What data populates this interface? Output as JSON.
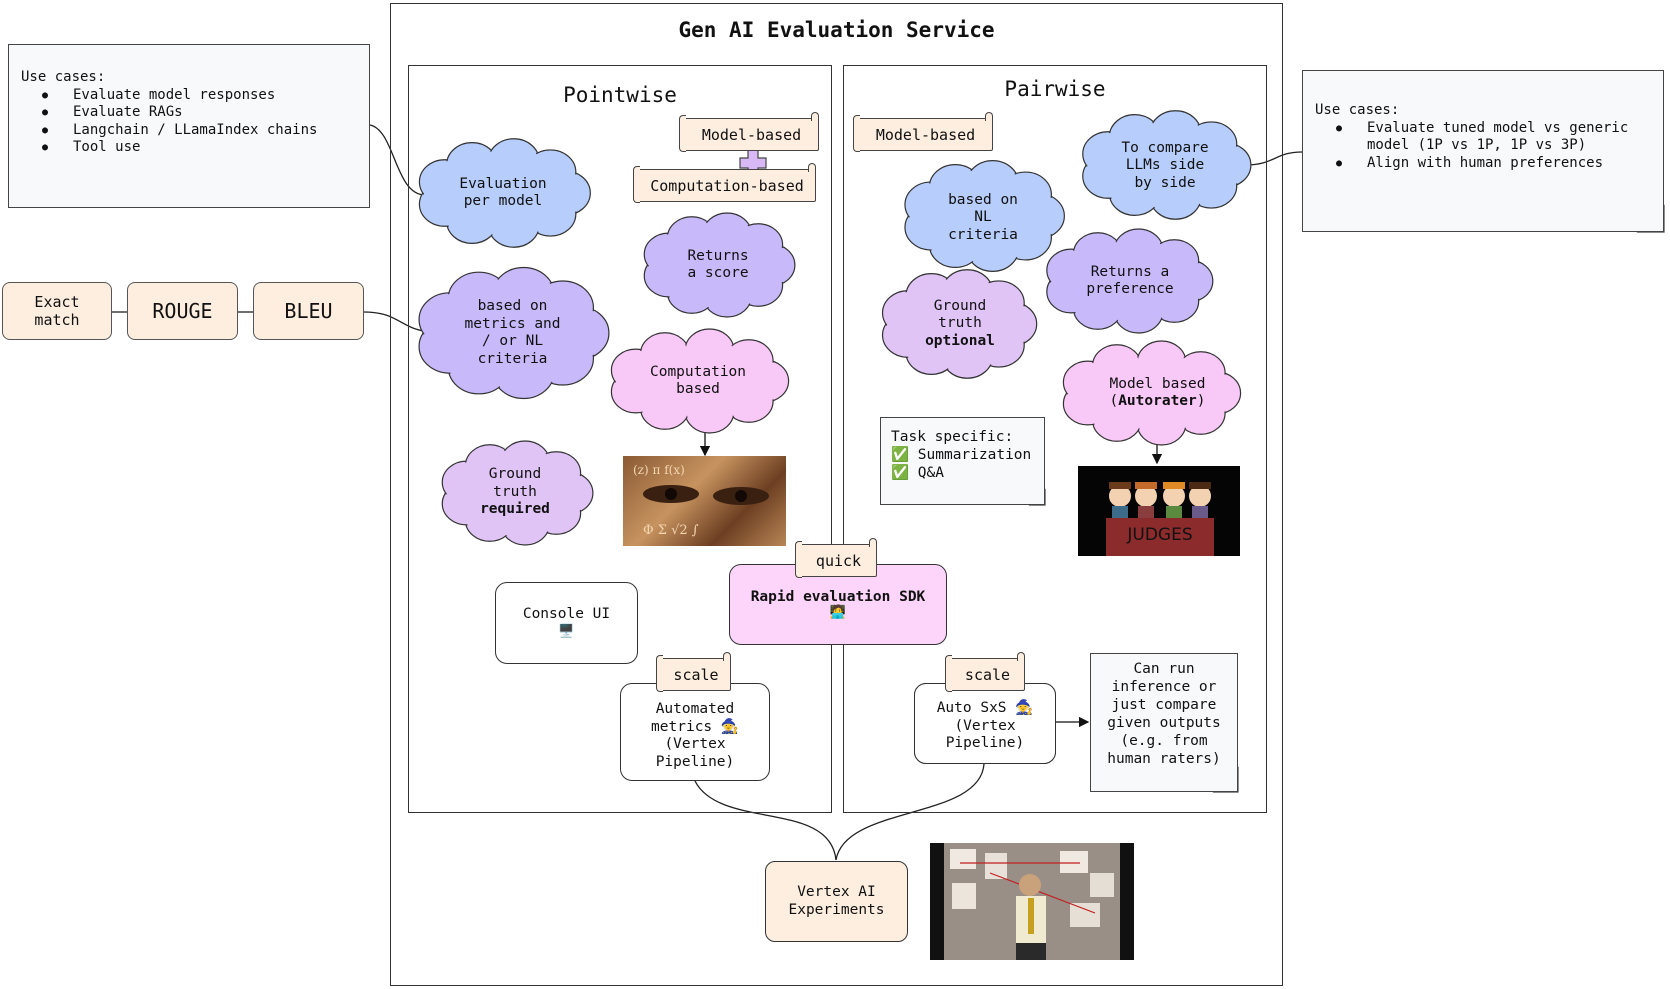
{
  "title": "Gen AI Evaluation Service",
  "pointwise": {
    "title": "Pointwise",
    "tag_model_based": "Model-based",
    "tag_computation_based": "Computation-based",
    "cloud_evaluation": "Evaluation\nper model",
    "cloud_metrics": "based on\nmetrics and\n/ or NL\ncriteria",
    "cloud_returns_score": "Returns\na score",
    "cloud_computation": "Computation\nbased",
    "cloud_ground_truth_line": "Ground\ntruth",
    "cloud_ground_truth_bold": "required"
  },
  "pairwise": {
    "title": "Pairwise",
    "tag_model_based": "Model-based",
    "cloud_compare": "To compare\nLLMs side\nby side",
    "cloud_nl": "based on\nNL\ncriteria",
    "cloud_preference": "Returns a\npreference",
    "cloud_ground_truth_line": "Ground\ntruth",
    "cloud_ground_truth_bold": "optional",
    "cloud_model_based_line": "Model based",
    "cloud_model_based_bold": "Autorater",
    "task_specific": {
      "heading": "Task specific:",
      "items": [
        "✅ Summarization",
        "✅ Q&A"
      ]
    }
  },
  "left_note": {
    "heading": "Use cases:",
    "items": [
      "Evaluate model responses",
      "Evaluate RAGs",
      "Langchain / LLamaIndex chains",
      "Tool use"
    ]
  },
  "right_note": {
    "heading": "Use cases:",
    "items": [
      "Evaluate tuned model vs generic model (1P vs 1P, 1P vs 3P)",
      "Align with human preferences"
    ]
  },
  "metrics": {
    "exact_match": "Exact\nmatch",
    "rouge": "ROUGE",
    "bleu": "BLEU"
  },
  "judges_sign": "JUDGES",
  "rapid": {
    "tag": "quick",
    "label": "Rapid evaluation SDK",
    "icon": "🧑‍💻"
  },
  "console_ui": {
    "label": "Console UI",
    "icon": "🖥️"
  },
  "automated": {
    "tag": "scale",
    "label": "Automated\nmetrics 🧙\n(Vertex\nPipeline)"
  },
  "autosxs": {
    "tag": "scale",
    "label": "Auto SxS 🧙\n(Vertex\nPipeline)"
  },
  "inference_note": "Can run\ninference or\njust compare\ngiven outputs\n(e.g. from\nhuman raters)",
  "vertex": "Vertex AI\nExperiments",
  "colors": {
    "blue_cloud": "#b7cdfb",
    "violet_cloud": "#c8bafa",
    "pink_cloud": "#f8c8f7",
    "lilac_cloud": "#e0c4f6",
    "peach": "#fdeee0",
    "rapid_pink": "#fdd5fb",
    "note_bg": "#f8f9fa"
  }
}
